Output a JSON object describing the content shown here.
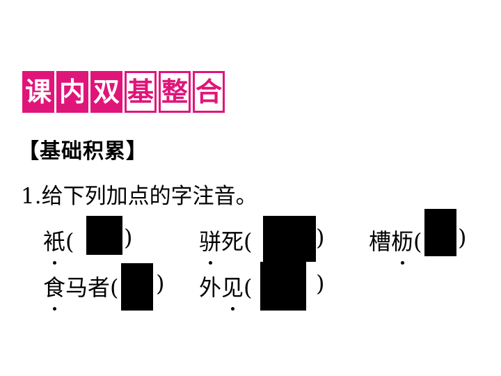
{
  "banner": {
    "chars": [
      {
        "text": "课",
        "style": "filled"
      },
      {
        "text": "内",
        "style": "filled"
      },
      {
        "text": "双",
        "style": "filled"
      },
      {
        "text": "基",
        "style": "outlined"
      },
      {
        "text": "整",
        "style": "outlined"
      },
      {
        "text": "合",
        "style": "outlined"
      }
    ]
  },
  "section_heading": "【基础积累】",
  "question": {
    "number": "1.",
    "text": "给下列加点的字注音。"
  },
  "items": [
    {
      "pre": "",
      "emph": "衹",
      "post": "(",
      "close": ")"
    },
    {
      "pre": "",
      "emph": "骈",
      "post": "死(",
      "close": ")"
    },
    {
      "pre": "槽",
      "emph": "枥",
      "post": "(",
      "close": ")"
    },
    {
      "pre": "",
      "emph": "食",
      "post": "马者(",
      "close": ")"
    },
    {
      "pre": "外",
      "emph": "见",
      "post": "(",
      "close": ")"
    }
  ],
  "colors": {
    "accent": "#e0157a",
    "mask": "#000000"
  }
}
